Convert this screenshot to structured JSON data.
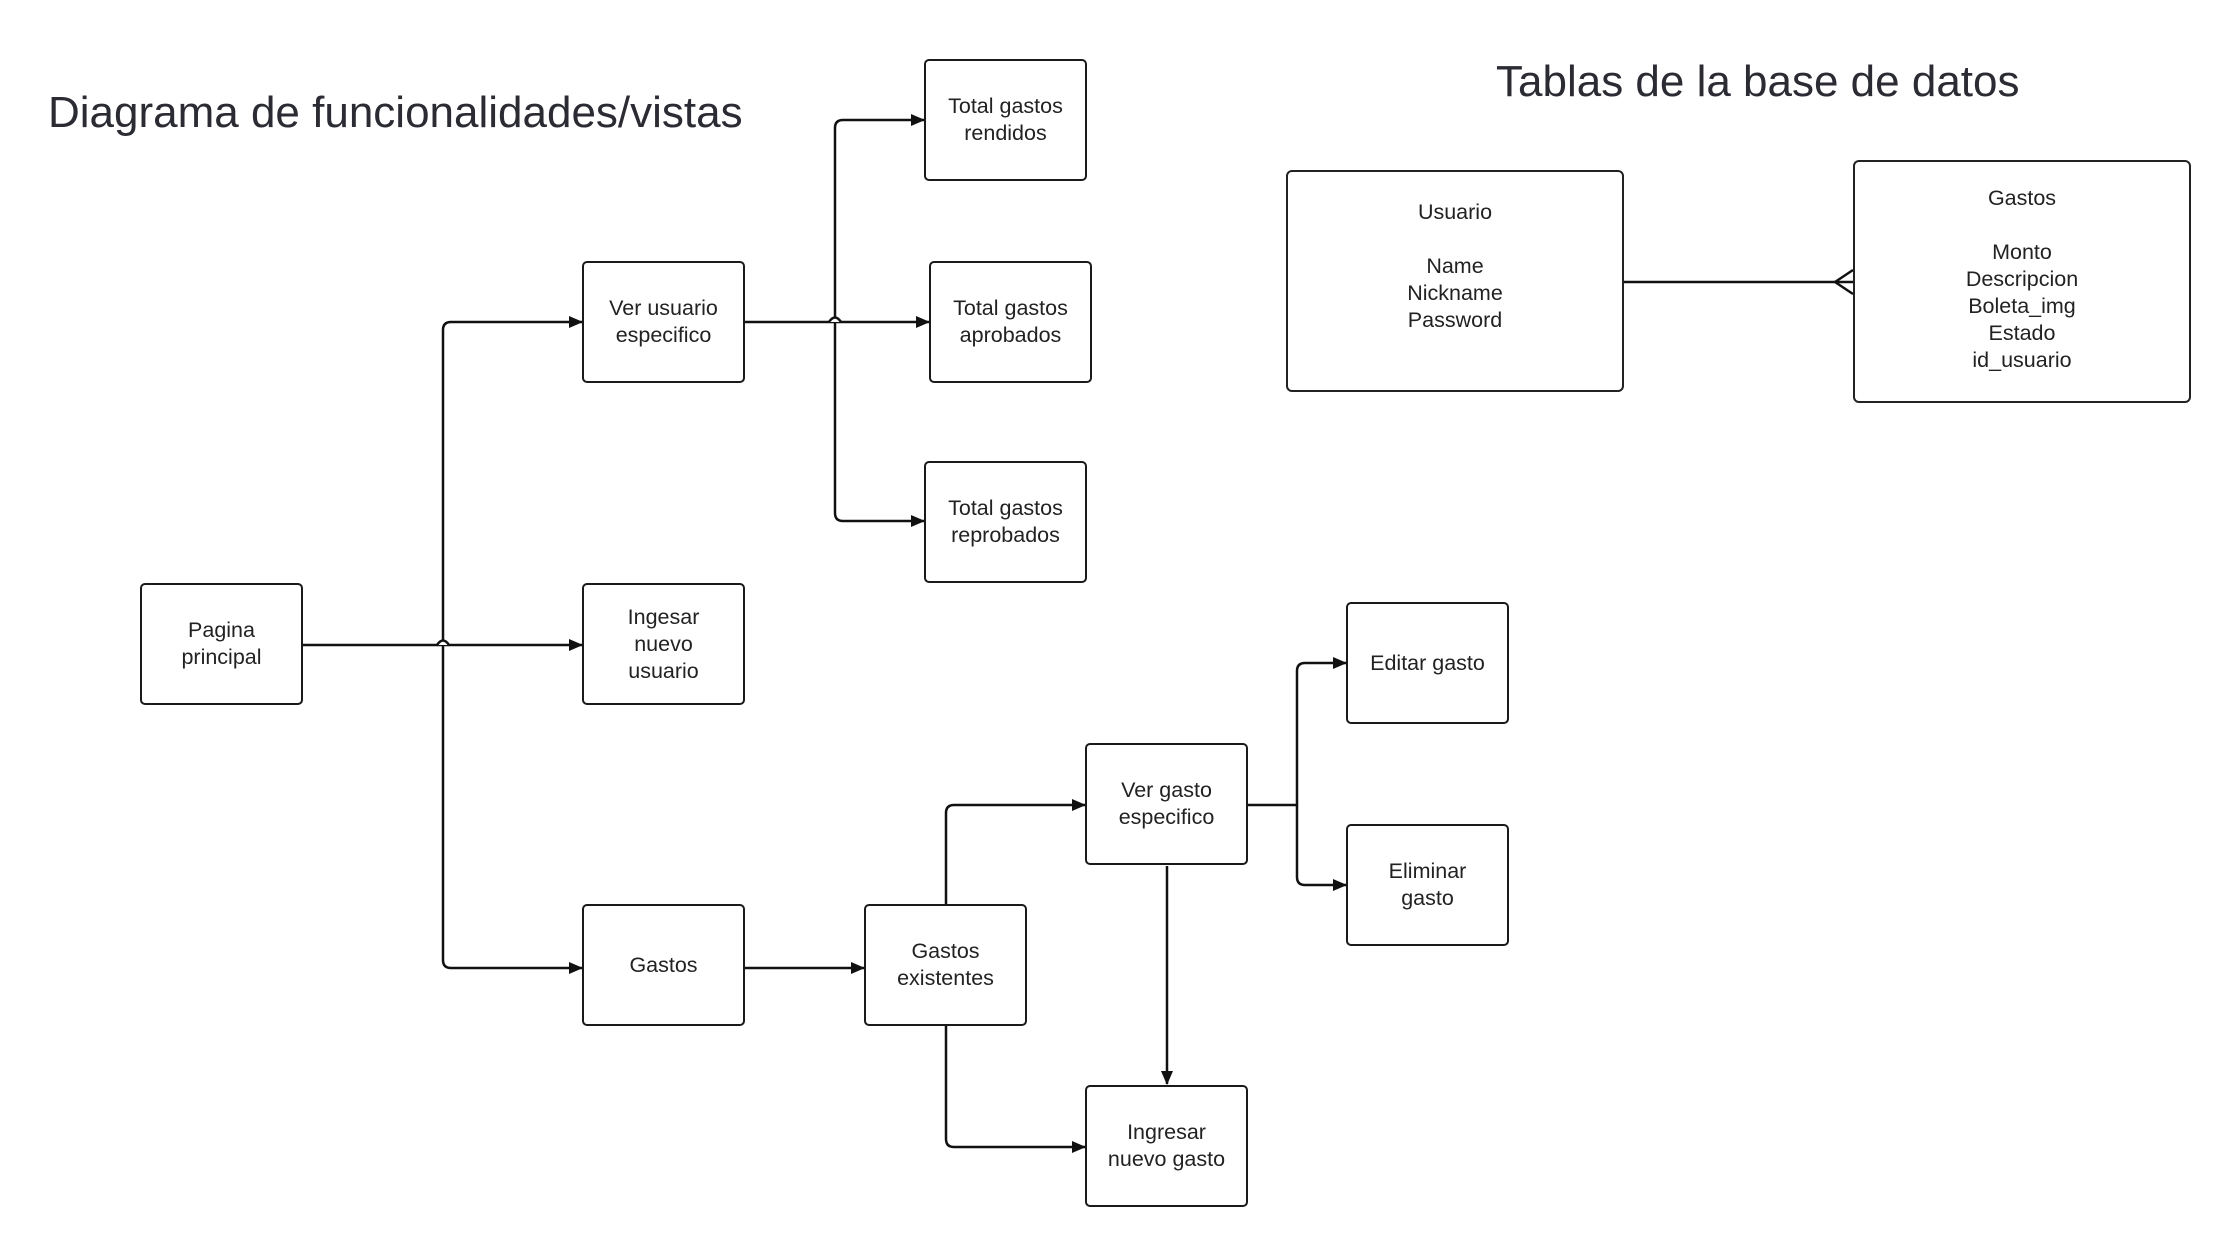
{
  "titles": {
    "left": "Diagrama de funcionalidades/vistas",
    "right": "Tablas de la base de datos"
  },
  "nodes": {
    "pagina_principal": [
      "Pagina",
      "principal"
    ],
    "ver_usuario": [
      "Ver usuario",
      "especifico"
    ],
    "ingresar_usuario": [
      "Ingesar",
      "nuevo",
      "usuario"
    ],
    "gastos": [
      "Gastos"
    ],
    "total_rendidos": [
      "Total gastos",
      "rendidos"
    ],
    "total_aprobados": [
      "Total gastos",
      "aprobados"
    ],
    "total_reprobados": [
      "Total gastos",
      "reprobados"
    ],
    "gastos_existentes": [
      "Gastos",
      "existentes"
    ],
    "ver_gasto": [
      "Ver gasto",
      "especifico"
    ],
    "ingresar_gasto": [
      "Ingresar",
      "nuevo gasto"
    ],
    "editar_gasto": [
      "Editar gasto"
    ],
    "eliminar_gasto": [
      "Eliminar",
      "gasto"
    ]
  },
  "tables": {
    "usuario": {
      "name": "Usuario",
      "fields": [
        "Name",
        "Nickname",
        "Password"
      ]
    },
    "gastos": {
      "name": "Gastos",
      "fields": [
        "Monto",
        "Descripcion",
        "Boleta_img",
        "Estado",
        "id_usuario"
      ]
    }
  }
}
